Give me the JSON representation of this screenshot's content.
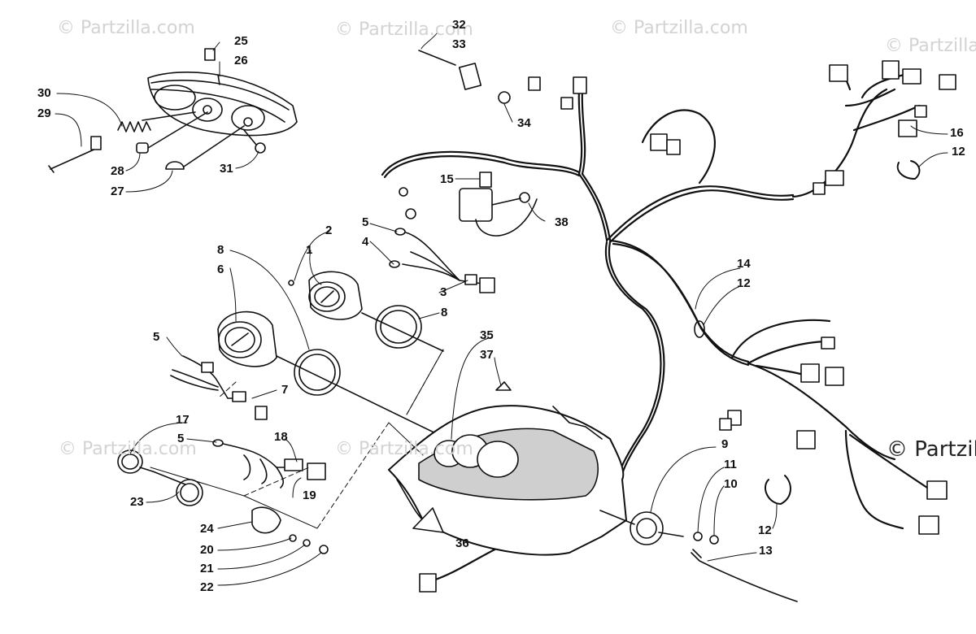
{
  "watermarks": [
    {
      "text": "© Partzilla.com"
    },
    {
      "text": "© Partzilla.com"
    },
    {
      "text": "© Partzilla.com"
    },
    {
      "text": "© Partzilla.com"
    },
    {
      "text": "© Partzilla.com"
    },
    {
      "text": "© Partzilla.com"
    },
    {
      "text": "© Partzilla"
    }
  ],
  "callouts": [
    "1",
    "2",
    "3",
    "4",
    "5",
    "5",
    "5",
    "6",
    "7",
    "8",
    "8",
    "9",
    "10",
    "11",
    "12",
    "12",
    "12",
    "13",
    "14",
    "15",
    "16",
    "17",
    "18",
    "19",
    "20",
    "21",
    "22",
    "23",
    "24",
    "25",
    "26",
    "27",
    "28",
    "29",
    "30",
    "31",
    "32",
    "33",
    "34",
    "35",
    "36",
    "37",
    "38"
  ],
  "colors": {
    "line": "#111111",
    "watermark": "#d3d3d3",
    "panel_fill": "#cfcfcf"
  }
}
